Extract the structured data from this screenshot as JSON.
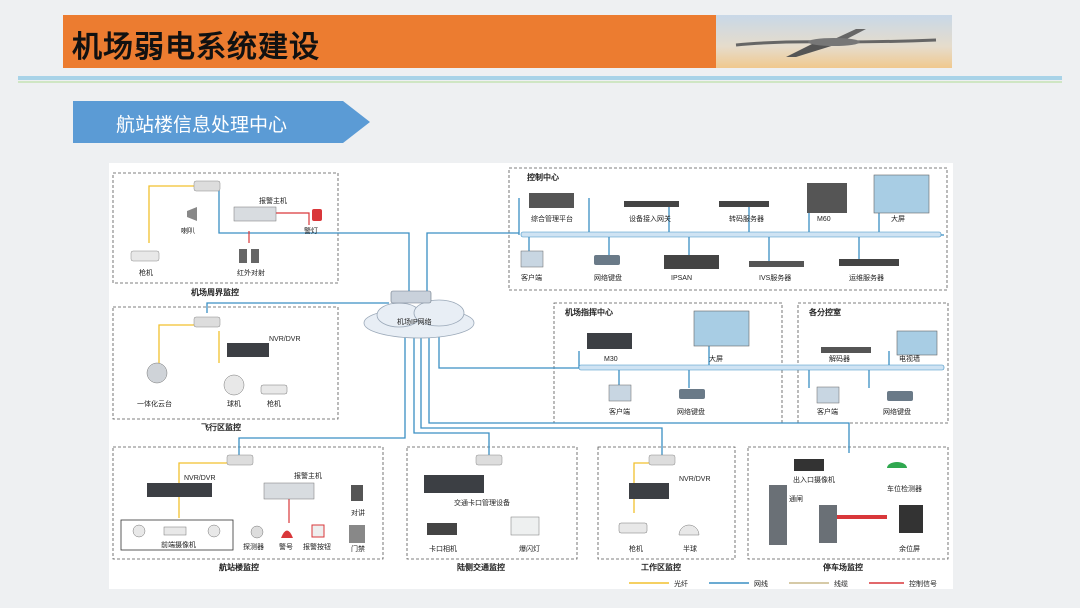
{
  "header": {
    "title": "机场弱电系统建设",
    "accent_color": "#ec7c30"
  },
  "section": {
    "label": "航站楼信息处理中心",
    "color": "#5b9bd5"
  },
  "diagram": {
    "cloud": "机场IP网络",
    "perimeter": {
      "title": "机场周界监控",
      "alarm_host": "报警主机",
      "speaker": "喇叭",
      "warning_light": "警灯",
      "camera": "枪机",
      "ir_beam": "红外对射"
    },
    "control_center": {
      "title": "控制中心",
      "platform": "综合管理平台",
      "gateway": "设备接入网关",
      "transcode": "转码服务器",
      "m60": "M60",
      "screen": "大屏",
      "client": "客户端",
      "keyboard": "网络键盘",
      "ipsan": "IPSAN",
      "ivs": "IVS服务器",
      "ops": "运维服务器"
    },
    "airfield": {
      "title": "飞行区监控",
      "nvr": "NVR/DVR",
      "ptz": "一体化云台",
      "dome": "球机",
      "camera": "枪机"
    },
    "command_center": {
      "title": "机场指挥中心",
      "m30": "M30",
      "screen": "大屏",
      "client": "客户端",
      "keyboard": "网络键盘"
    },
    "branch": {
      "title": "各分控室",
      "decoder": "解码器",
      "tv_wall": "电视墙",
      "client": "客户端",
      "keyboard": "网络键盘"
    },
    "terminal": {
      "title": "航站楼监控",
      "nvr": "NVR/DVR",
      "alarm_host": "报警主机",
      "front_cams": "前端摄像机",
      "detector": "探测器",
      "siren": "警号",
      "alarm_button": "报警按钮",
      "intercom": "对讲",
      "door": "门禁"
    },
    "landside": {
      "title": "陆侧交通监控",
      "traffic_mgmt": "交通卡口管理设备",
      "checkpoint_cam": "卡口相机",
      "strobe": "爆闪灯"
    },
    "work_area": {
      "title": "工作区监控",
      "nvr": "NVR/DVR",
      "camera": "枪机",
      "half_dome": "半球"
    },
    "parking": {
      "title": "停车场监控",
      "entry_cam": "出入口摄像机",
      "channel": "通闸",
      "space_detector": "车位检测器",
      "space_screen": "余位屏"
    },
    "legend": [
      {
        "label": "光纤",
        "color": "#f2c12e"
      },
      {
        "label": "网线",
        "color": "#3a8fc4"
      },
      {
        "label": "线缆",
        "color": "#c9b98a"
      },
      {
        "label": "控制信号",
        "color": "#d9373a"
      }
    ]
  }
}
